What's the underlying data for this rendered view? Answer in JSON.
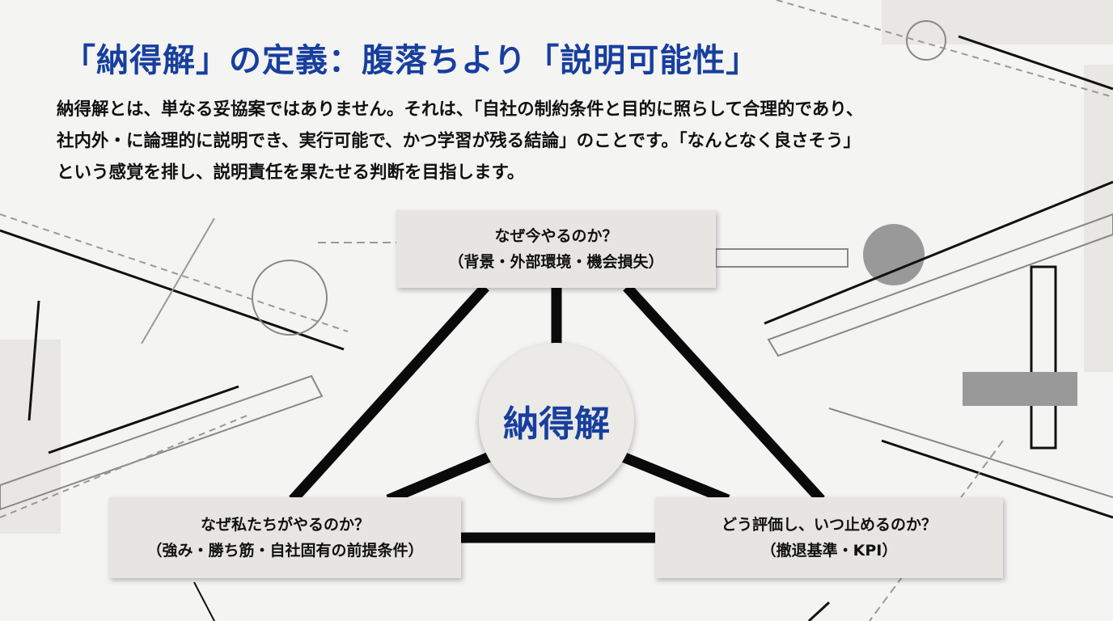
{
  "title": "「納得解」の定義：腹落ちより「説明可能性」",
  "body_lines": [
    "納得解とは、単なる妥協案ではありません。それは、「自社の制約条件と目的に照らして合理的であり、",
    "社内外・に論理的に説明でき、実行可能で、かつ学習が残る結論」のことです。「なんとなく良さそう」",
    "という感覚を排し、説明責任を果たせる判断を目指します。"
  ],
  "diagram": {
    "center": "納得解",
    "nodes": [
      {
        "question": "なぜ今やるのか？",
        "detail": "（背景・外部環境・機会損失）"
      },
      {
        "question": "なぜ私たちがやるのか？",
        "detail": "（強み・勝ち筋・自社固有の前提条件）"
      },
      {
        "question": "どう評価し、いつ止めるのか？",
        "detail": "（撤退基準・KPI）"
      }
    ]
  },
  "colors": {
    "accent": "#173f9e"
  }
}
